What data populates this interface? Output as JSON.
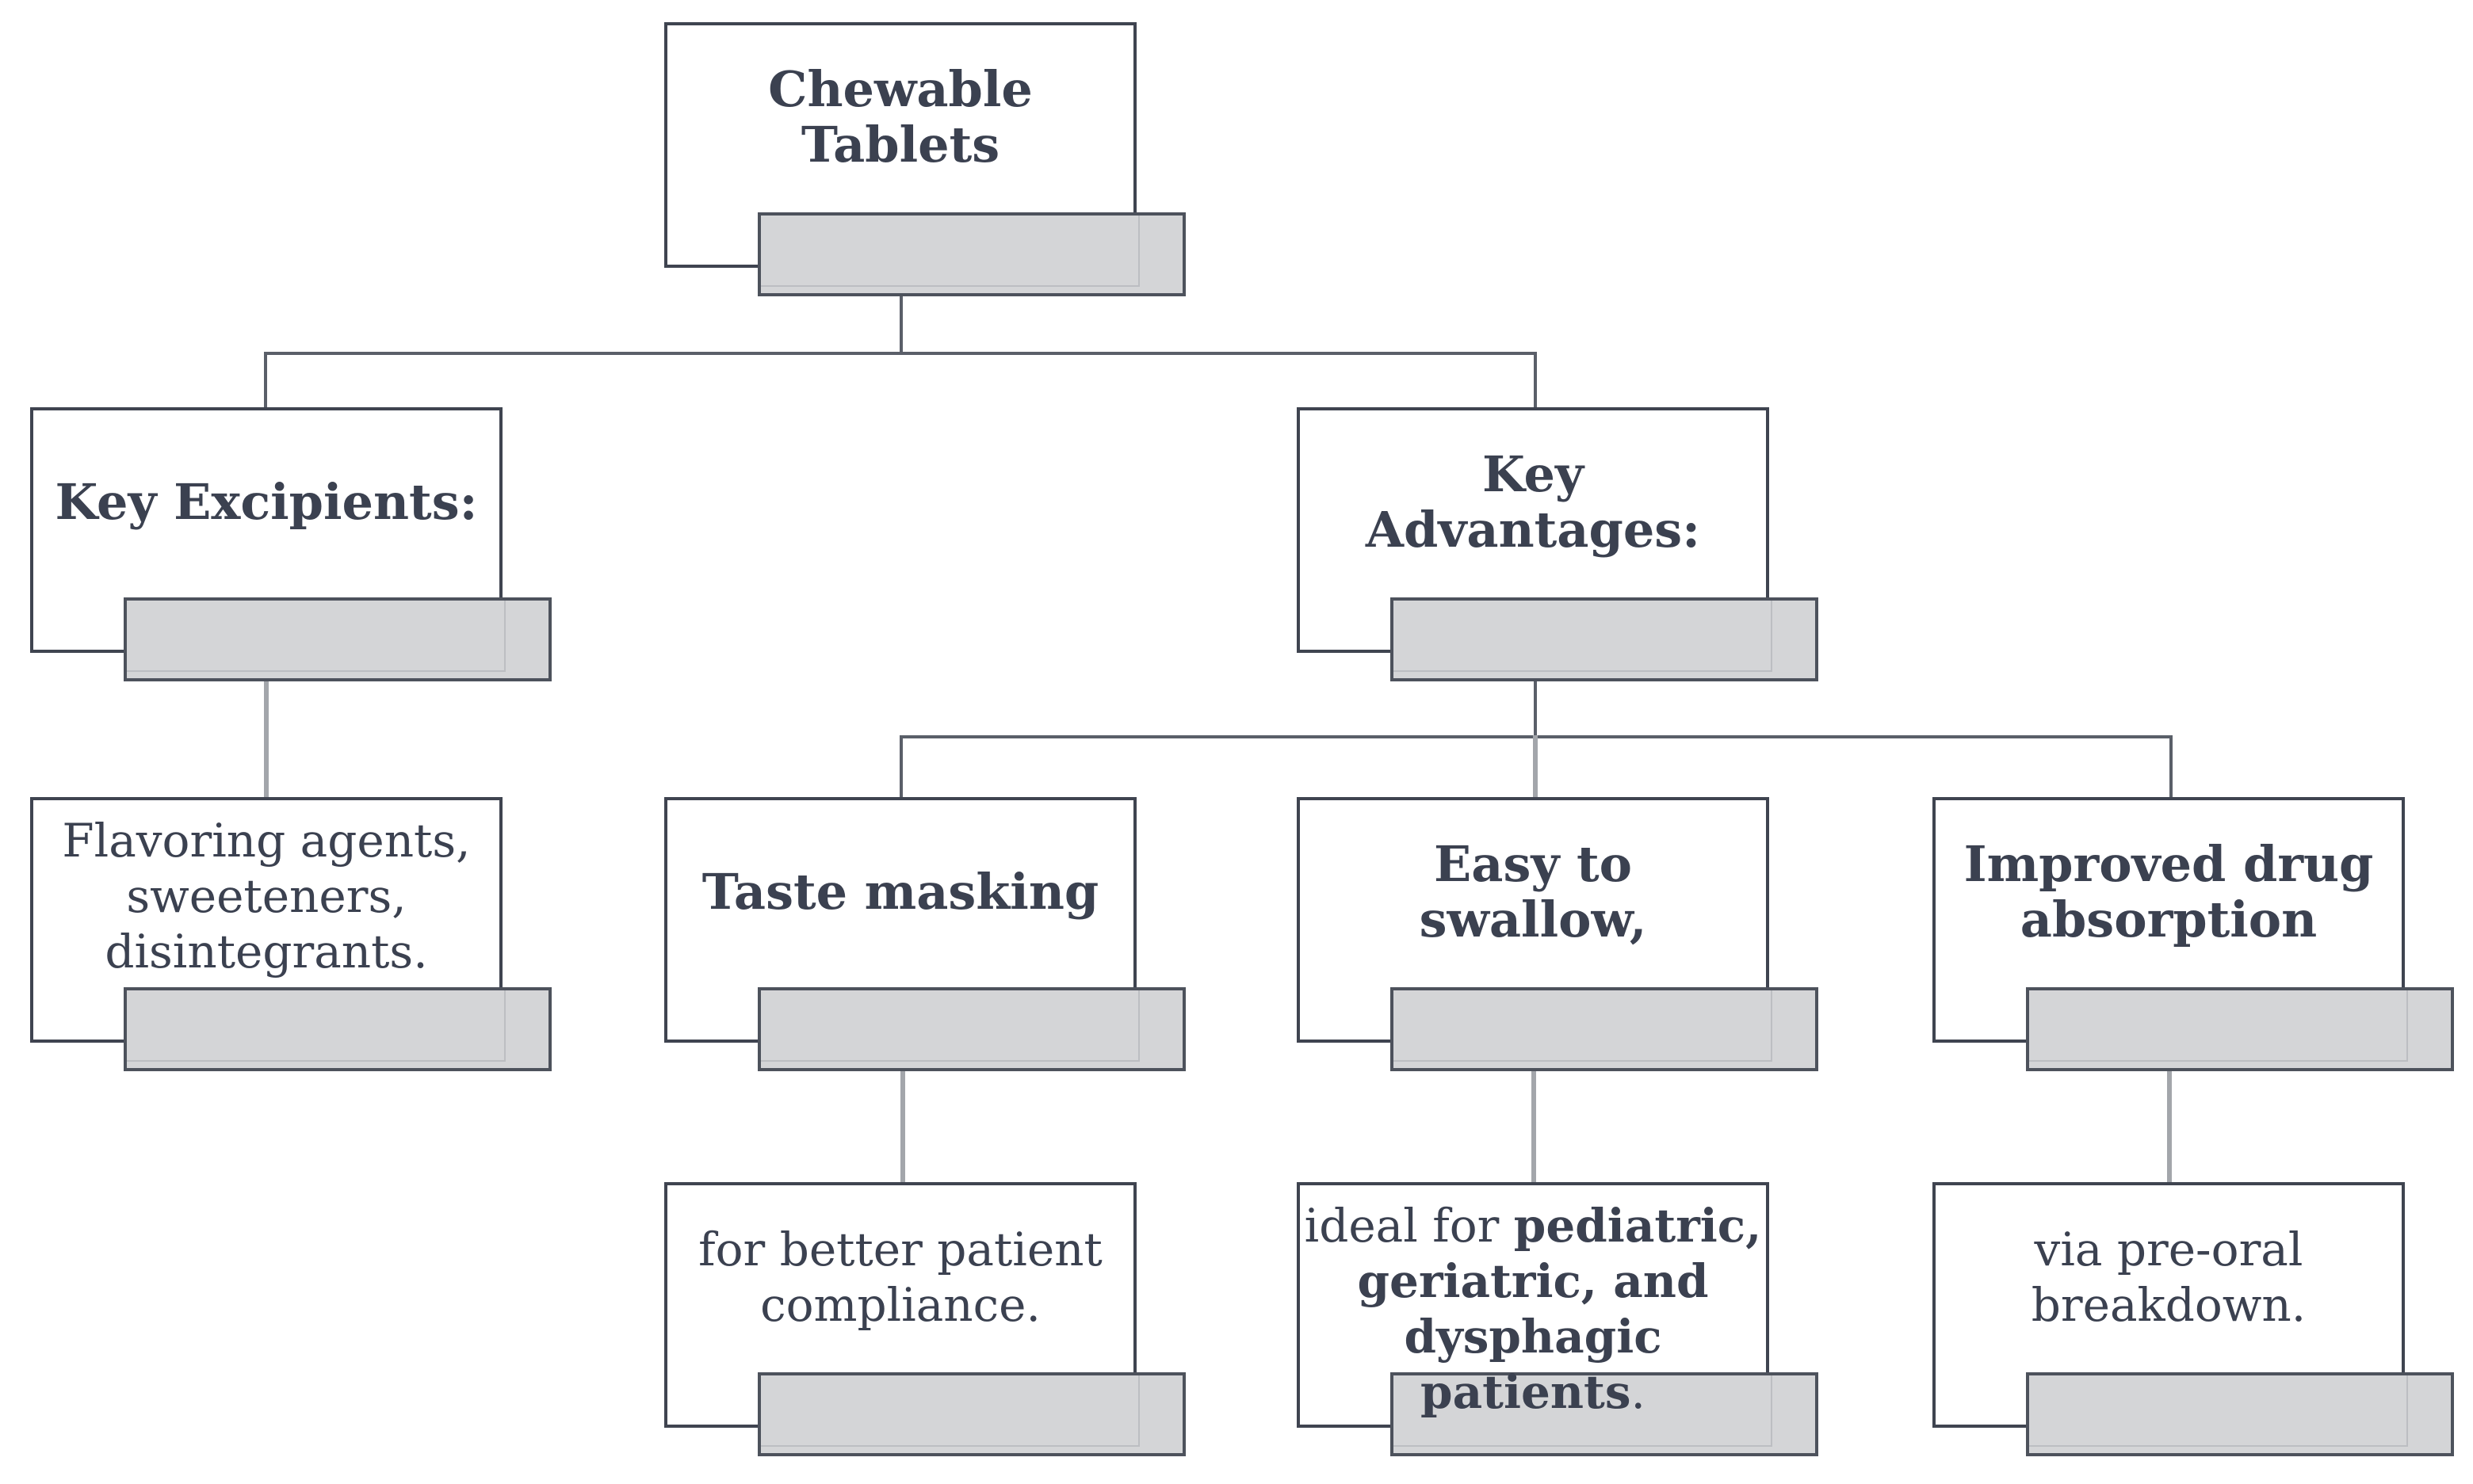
{
  "root": {
    "title": "Chewable Tablets"
  },
  "excipients": {
    "title": "Key Excipients:",
    "detail_lines": [
      "Flavoring agents,",
      "sweeteners,",
      "disintegrants."
    ]
  },
  "advantages": {
    "title": "Key Advantages:",
    "items": [
      {
        "title": "Taste masking",
        "detail_lines": [
          "for better patient",
          "compliance."
        ]
      },
      {
        "title": "Easy to swallow,",
        "detail_prefix": "ideal for ",
        "detail_bold_lines": [
          "pediatric,",
          "geriatric, and",
          "dysphagic patients"
        ],
        "detail_suffix": "."
      },
      {
        "title_lines": [
          "Improved drug",
          "absorption"
        ],
        "detail_lines": [
          "via pre-oral",
          "breakdown."
        ]
      }
    ]
  },
  "colors": {
    "border": "#3f4450",
    "tab_fill": "#d4d5d7",
    "text": "#3b4150",
    "connector": "#5a5f69"
  }
}
